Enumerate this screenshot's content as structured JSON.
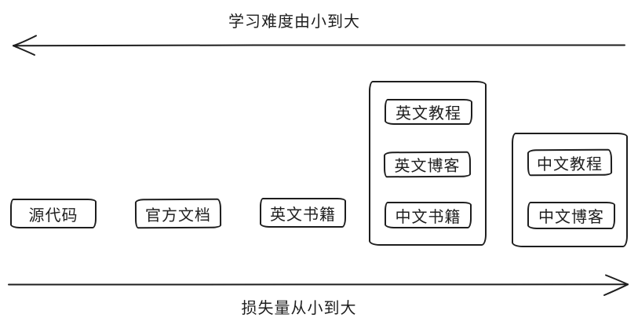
{
  "canvas": {
    "background": "#ffffff",
    "ink": "#1e1e1e"
  },
  "axes": {
    "top": {
      "label": "学习难度由小到大",
      "direction": "left"
    },
    "bottom": {
      "label": "损失量从小到大",
      "direction": "right"
    }
  },
  "nodes": [
    {
      "label": "源代码"
    },
    {
      "label": "官方文档"
    },
    {
      "label": "英文书籍"
    }
  ],
  "groups": [
    {
      "items": [
        {
          "label": "英文教程"
        },
        {
          "label": "英文博客"
        },
        {
          "label": "中文书籍"
        }
      ]
    },
    {
      "items": [
        {
          "label": "中文教程"
        },
        {
          "label": "中文博客"
        }
      ]
    }
  ]
}
